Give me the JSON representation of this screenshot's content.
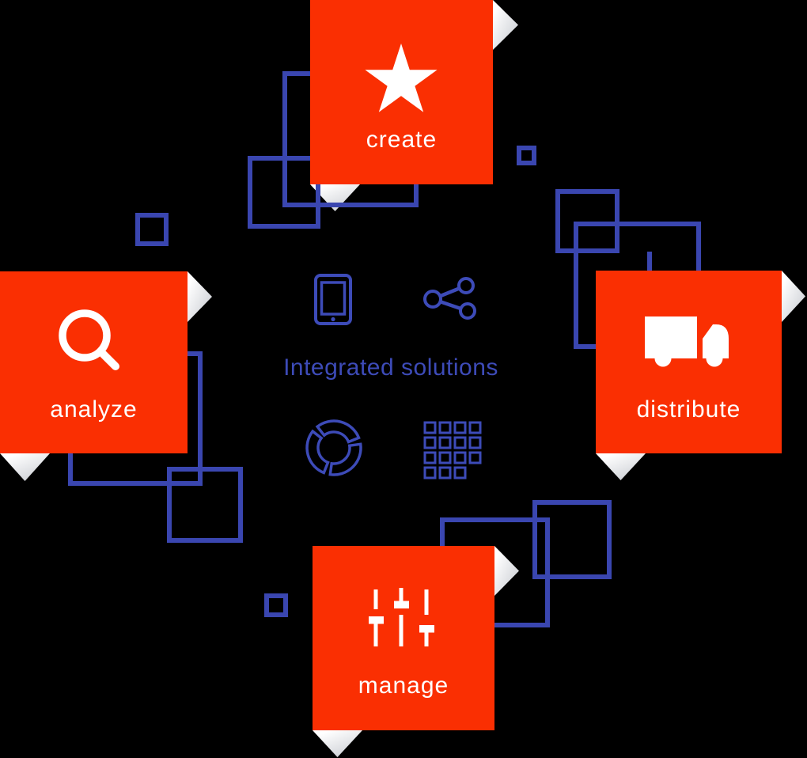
{
  "title": "Integrated solutions",
  "palette": {
    "background": "#000000",
    "tile_orange": "#FA2F02",
    "line_blue": "#3A46B0",
    "icon_blue": "#3D4BB8",
    "label_white": "#FFFFFF",
    "fold_light": "#FFFFFF",
    "fold_dark": "#C9CCD2"
  },
  "tiles": [
    {
      "id": "create",
      "label": "create",
      "icon": "star-icon"
    },
    {
      "id": "analyze",
      "label": "analyze",
      "icon": "magnifying-glass-icon"
    },
    {
      "id": "distribute",
      "label": "distribute",
      "icon": "truck-icon"
    },
    {
      "id": "manage",
      "label": "manage",
      "icon": "sliders-icon"
    }
  ],
  "center": {
    "title": "Integrated solutions",
    "icons": [
      "tablet-icon",
      "share-icon",
      "donut-chart-icon",
      "grid-icon"
    ]
  }
}
